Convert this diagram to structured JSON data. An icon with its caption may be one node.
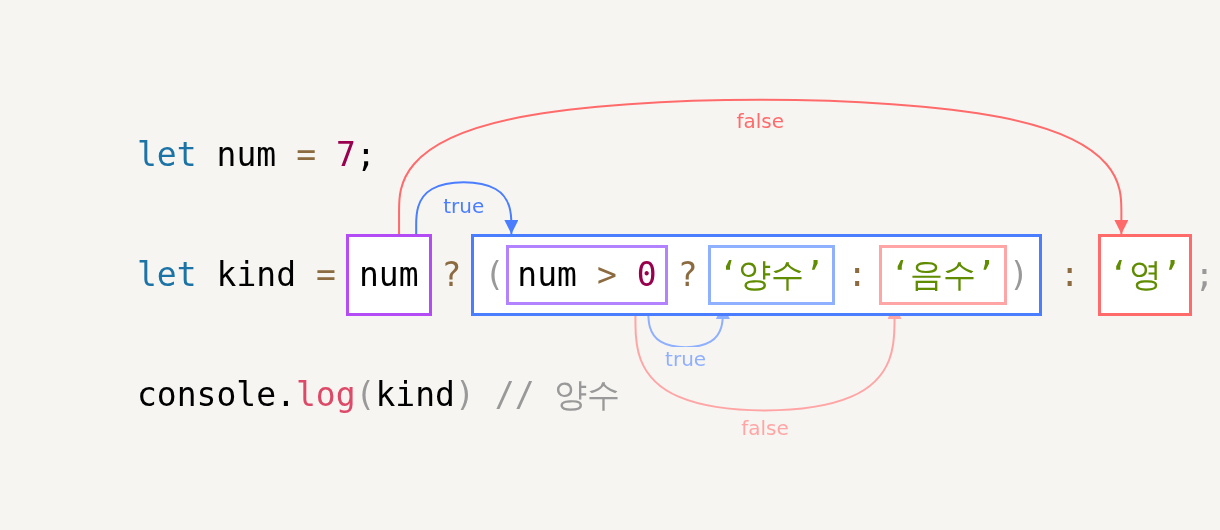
{
  "diagram": {
    "nodes": [
      {
        "text": [
          "num"
        ]
      },
      {
        "text": [
          "(",
          "?",
          ":",
          ")"
        ]
      },
      {
        "text": [
          "num",
          ">",
          "0"
        ],
        "in": 1
      },
      {
        "text": [
          "‘양수’"
        ],
        "in": 1
      },
      {
        "text": [
          "‘음수’"
        ],
        "in": 1
      },
      {
        "text": [
          "‘영’"
        ]
      }
    ],
    "edges": [
      {
        "from": 0,
        "to": 1,
        "arrow": "to",
        "label": "true",
        "color": "#4a7eff"
      },
      {
        "from": 0,
        "to": 5,
        "arrow": "to",
        "label": "false",
        "color": "#ff6b6b"
      },
      {
        "from": 2,
        "to": 3,
        "arrow": "to",
        "label": "true",
        "color": "#8fb0ff"
      },
      {
        "from": 2,
        "to": 4,
        "arrow": "to",
        "label": "false",
        "color": "#ffa5a5"
      }
    ],
    "labels": [
      "let",
      "num",
      "=",
      "7",
      ";",
      "let",
      "kind",
      "=",
      "?",
      ":",
      ";",
      "console.",
      "log",
      "(",
      "kind",
      ")",
      "// 양수"
    ]
  }
}
